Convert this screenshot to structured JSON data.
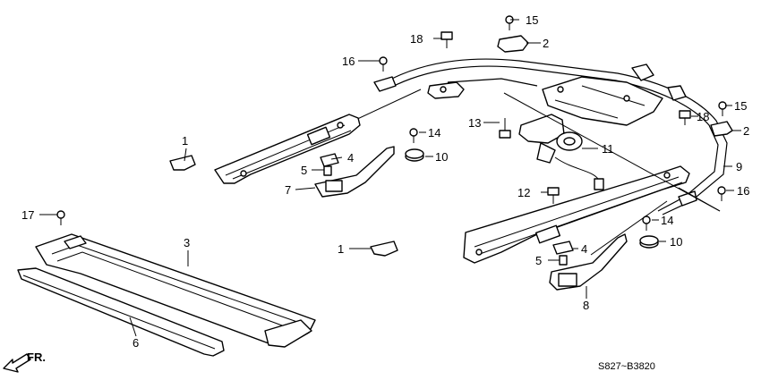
{
  "diagram_code": "S827~B3820",
  "direction_label": "FR.",
  "callouts": {
    "c1a": "1",
    "c1b": "1",
    "c2a": "2",
    "c2b": "2",
    "c3": "3",
    "c4a": "4",
    "c4b": "4",
    "c5a": "5",
    "c5b": "5",
    "c6": "6",
    "c7": "7",
    "c8": "8",
    "c9": "9",
    "c10a": "10",
    "c10b": "10",
    "c11": "11",
    "c12": "12",
    "c13": "13",
    "c14a": "14",
    "c14b": "14",
    "c15a": "15",
    "c15b": "15",
    "c16a": "16",
    "c16b": "16",
    "c17": "17",
    "c18a": "18",
    "c18b": "18"
  }
}
